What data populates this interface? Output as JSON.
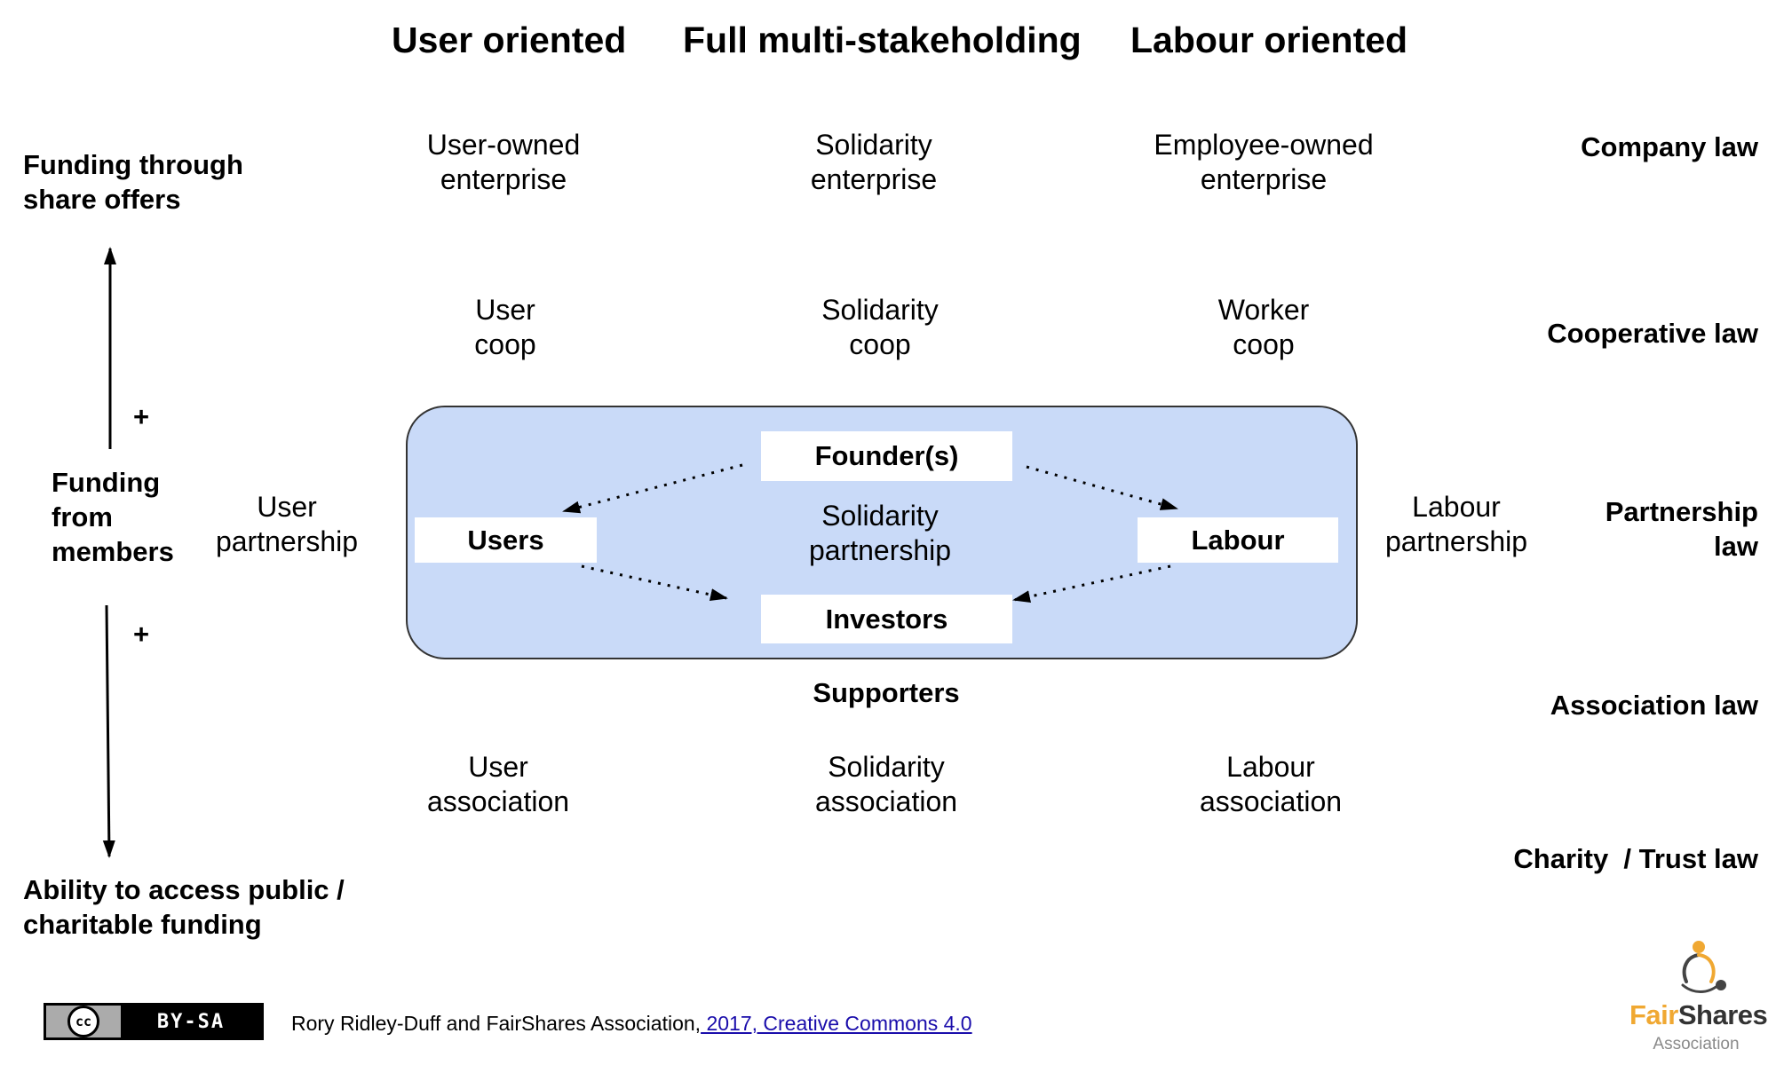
{
  "columns": {
    "user": "User oriented",
    "full": "Full multi-stakeholding",
    "labour": "Labour oriented"
  },
  "laws": {
    "company": "Company law",
    "cooperative": "Cooperative law",
    "partnership_line1": "Partnership",
    "partnership_line2": "law",
    "association": "Association law",
    "charity": "Charity  / Trust law"
  },
  "left_axis": {
    "top_line1": "Funding through",
    "top_line2": "share offers",
    "plus_upper": "+",
    "middle_line1": "Funding",
    "middle_line2": "from",
    "middle_line3": "members",
    "plus_lower": "+",
    "bottom_line1": "Ability to access public /",
    "bottom_line2": "charitable funding"
  },
  "rows": {
    "enterprise": {
      "user_l1": "User-owned",
      "user_l2": "enterprise",
      "full_l1": "Solidarity",
      "full_l2": "enterprise",
      "labour_l1": "Employee-owned",
      "labour_l2": "enterprise"
    },
    "coop": {
      "user_l1": "User",
      "user_l2": "coop",
      "full_l1": "Solidarity",
      "full_l2": "coop",
      "labour_l1": "Worker",
      "labour_l2": "coop"
    },
    "partnership": {
      "user_l1": "User",
      "user_l2": "partnership",
      "full_l1": "Solidarity",
      "full_l2": "partnership",
      "labour_l1": "Labour",
      "labour_l2": "partnership"
    },
    "association": {
      "user_l1": "User",
      "user_l2": "association",
      "full_l1": "Solidarity",
      "full_l2": "association",
      "labour_l1": "Labour",
      "labour_l2": "association"
    }
  },
  "stakeholders": {
    "founders": "Founder(s)",
    "users": "Users",
    "labour": "Labour",
    "investors": "Investors",
    "supporters": "Supporters"
  },
  "footer": {
    "license_cc": "cc",
    "license_type": "BY-SA",
    "credit_text": "Rory Ridley-Duff and FairShares Association,",
    "credit_link": " 2017, Creative Commons 4.0"
  },
  "logo": {
    "word_fair": "Fair",
    "word_shares": "Shares",
    "subtitle": "Association"
  },
  "colors": {
    "panel": "#c9daf8",
    "logo_orange": "#f0a832",
    "logo_dark": "#444444"
  }
}
